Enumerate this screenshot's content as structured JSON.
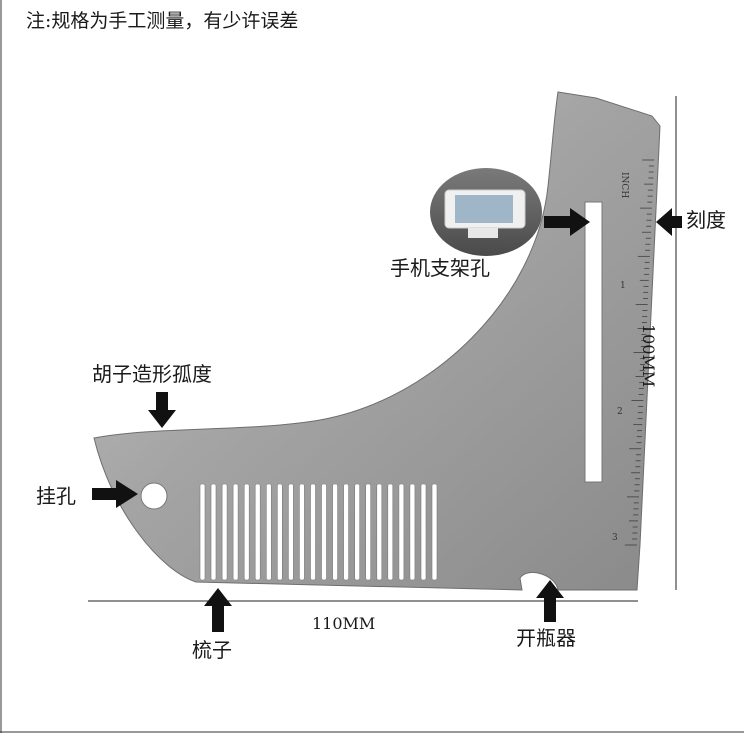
{
  "note": "注:规格为手工测量，有少许误差",
  "labels": {
    "scale": "刻度",
    "phone_stand_hole": "手机支架孔",
    "beard_curve": "胡子造形孤度",
    "hang_hole": "挂孔",
    "comb": "梳子",
    "bottle_opener": "开瓶器"
  },
  "dimensions": {
    "width": "110MM",
    "height": "100MM"
  },
  "ruler": {
    "unit": "INCH",
    "ticks": [
      "1",
      "2",
      "3"
    ]
  },
  "colors": {
    "steel_light": "#b9b9b9",
    "steel_dark": "#8c8c8c",
    "arrow": "#111111",
    "line": "#222222"
  }
}
